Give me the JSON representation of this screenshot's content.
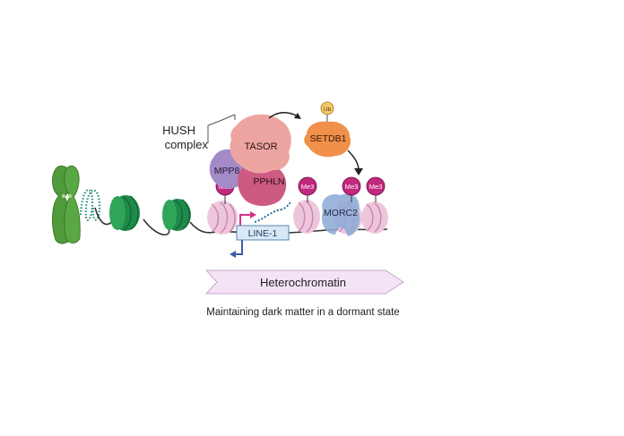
{
  "labels": {
    "complex_line1": "HUSH",
    "complex_line2": "complex",
    "tasor": "TASOR",
    "setdb1": "SETDB1",
    "ub": "Ub",
    "mpp8": "MPP8",
    "pphln": "PPHLN",
    "morc2": "MORC2",
    "line1": "LINE-1",
    "me3": "Me3",
    "heterochromatin": "Heterochromatin",
    "caption": "Maintaining dark matter in a dormant state"
  },
  "colors": {
    "chromosome": "#4f9a3a",
    "nucleosome_green": "#1f8a4a",
    "nucleosome_pink": "#eec6dc",
    "me3_badge": "#c2287d",
    "tasor": "#eda5a1",
    "setdb1": "#f0904a",
    "ub": "#f4c869",
    "mpp8": "#a58ac8",
    "pphln": "#cd5a82",
    "morc2": "#8eacd6",
    "line1_box": "#d9e8f6",
    "arrow_band": "#f3e3f4",
    "tss_arrow": "#d6308d",
    "antisense_arrow": "#3e5ba6",
    "transcript": "#2b6a96"
  }
}
